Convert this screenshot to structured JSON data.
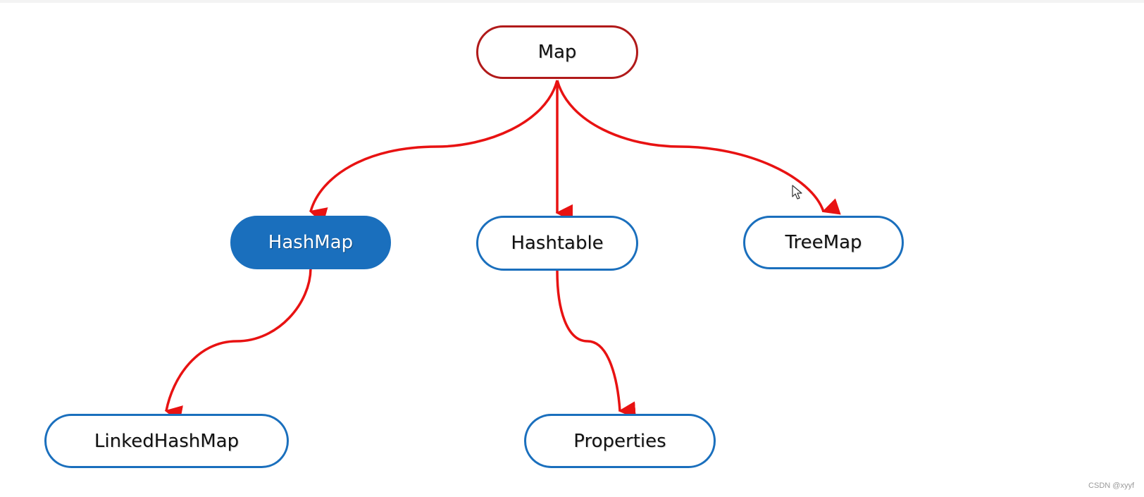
{
  "diagram": {
    "nodes": {
      "map": "Map",
      "hashmap": "HashMap",
      "hashtable": "Hashtable",
      "treemap": "TreeMap",
      "linkedhashmap": "LinkedHashMap",
      "properties": "Properties"
    },
    "edges": [
      {
        "from": "Map",
        "to": "HashMap"
      },
      {
        "from": "Map",
        "to": "Hashtable"
      },
      {
        "from": "Map",
        "to": "TreeMap"
      },
      {
        "from": "HashMap",
        "to": "LinkedHashMap"
      },
      {
        "from": "Hashtable",
        "to": "Properties"
      }
    ],
    "colors": {
      "edge": "#e81212",
      "root_border": "#b11a1a",
      "node_border": "#1a6fbd",
      "highlight_fill": "#1a6fbd"
    },
    "highlighted": "HashMap"
  },
  "watermark": "CSDN @xyyf",
  "cursor_icon": "mouse-pointer-icon"
}
